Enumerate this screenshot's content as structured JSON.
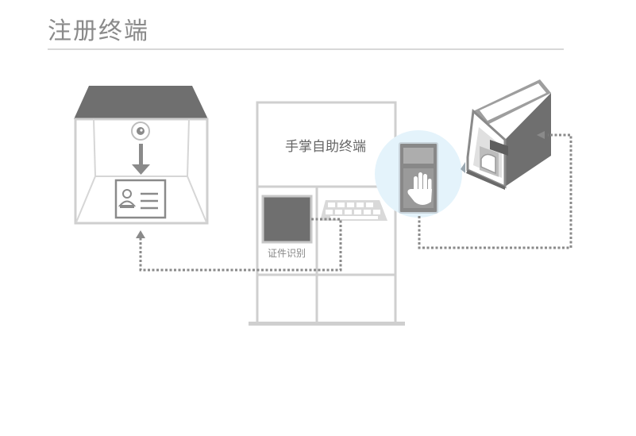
{
  "page": {
    "title": "注册终端"
  },
  "terminal": {
    "title": "手掌自助终端",
    "id_scan_label": "证件识别"
  },
  "colors": {
    "outline": "#cfcfcf",
    "dark_fill": "#6f6f6f",
    "arrow": "#909090",
    "highlight": "#e4f3fb",
    "title": "#8a8a8a"
  }
}
